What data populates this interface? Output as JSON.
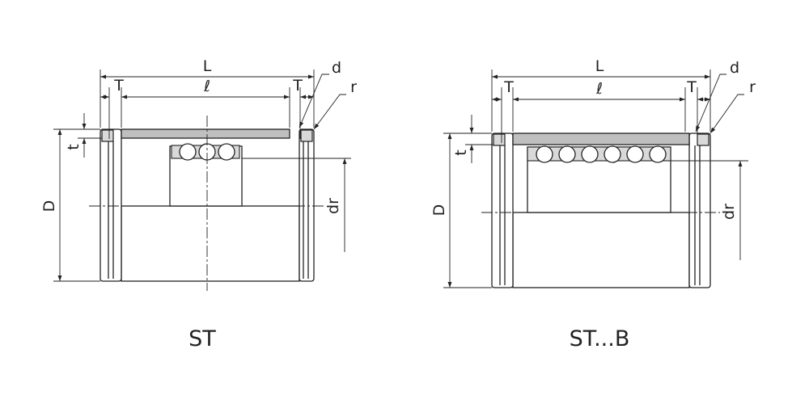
{
  "colors": {
    "line": "#222222",
    "part_fill": "#ffffff",
    "band_fill": "#bfbfbf",
    "cage_fill": "#d9d9d9"
  },
  "figures": [
    {
      "caption": "ST",
      "balls_visible": 3,
      "labels": {
        "L": "L",
        "l": "ℓ",
        "T_left": "T",
        "T_right": "T",
        "d": "d",
        "r": "r",
        "D": "D",
        "t": "t",
        "dr": "dr"
      }
    },
    {
      "caption": "ST...B",
      "balls_visible": 6,
      "labels": {
        "L": "L",
        "l": "ℓ",
        "T_left": "T",
        "T_right": "T",
        "d": "d",
        "r": "r",
        "D": "D",
        "t": "t",
        "dr": "dr"
      }
    }
  ]
}
